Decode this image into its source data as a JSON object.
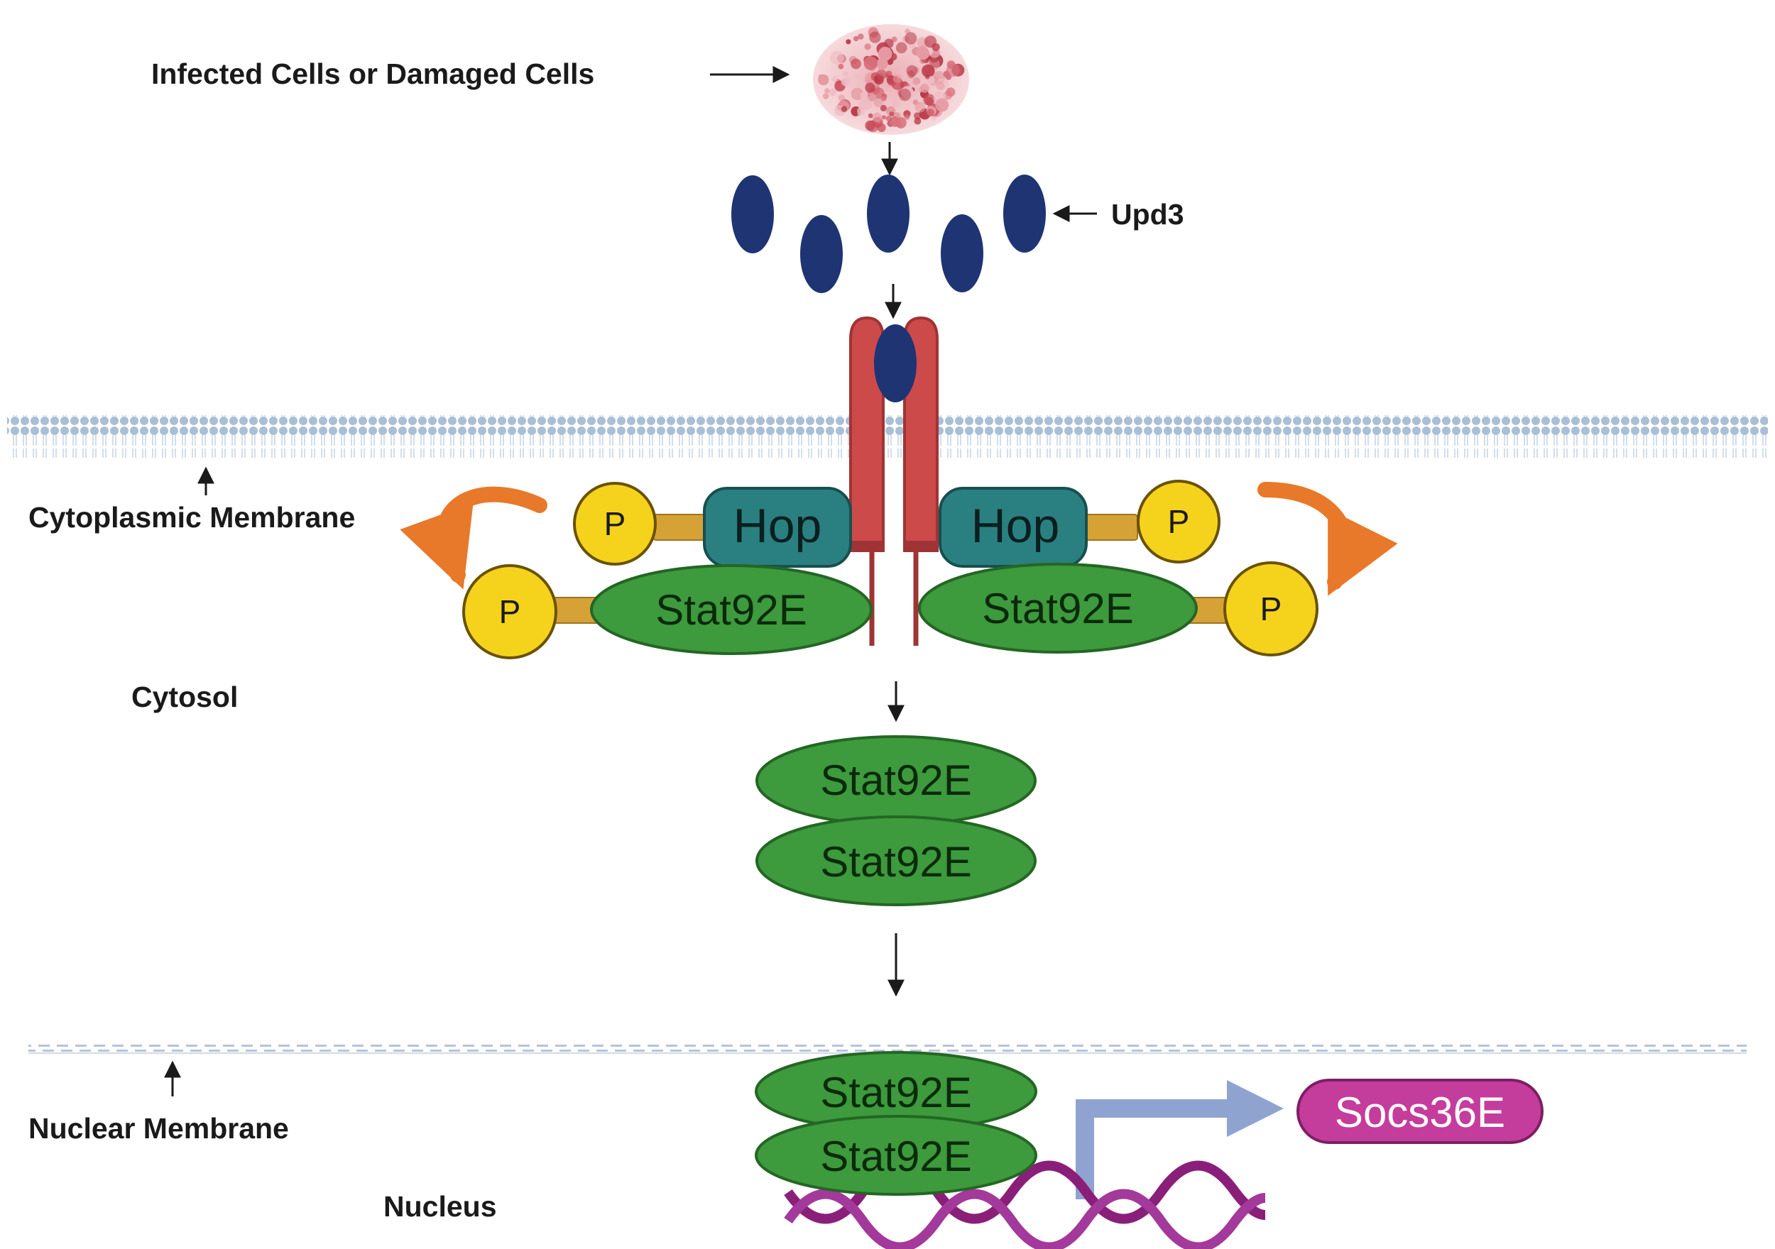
{
  "labels": {
    "infected_cells": "Infected Cells or Damaged Cells",
    "upd3": "Upd3",
    "cytoplasmic_membrane": "Cytoplasmic Membrane",
    "cytosol": "Cytosol",
    "nuclear_membrane": "Nuclear Membrane",
    "nucleus": "Nucleus"
  },
  "molecules": {
    "hop": "Hop",
    "stat": "Stat92E",
    "phosphate": "P",
    "target_gene": "Socs36E"
  },
  "colors": {
    "upd3": "#1f3473",
    "receptor": "#cc4a4a",
    "hop": "#2a8080",
    "stat": "#3d9a3d",
    "phosphate": "#f5d31c",
    "linker": "#d6a236",
    "curved_arrow": "#e8792a",
    "dna": "#8a1f7a",
    "socs": "#c43d9c",
    "transcription_arrow": "#8fa3d1",
    "membrane": "#a9bfd6"
  }
}
